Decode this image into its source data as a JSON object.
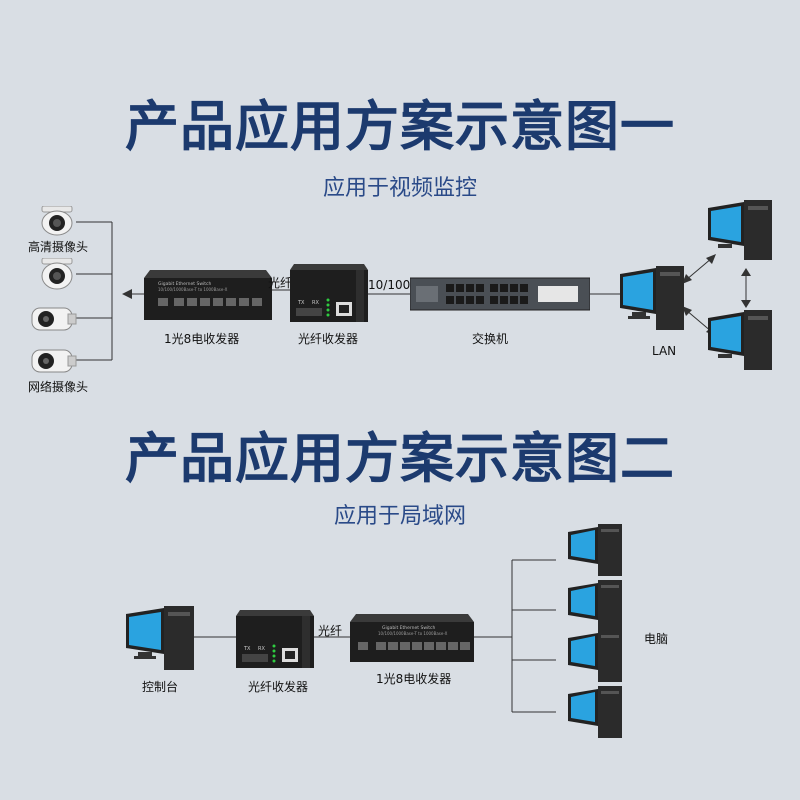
{
  "scheme1": {
    "title": "产品应用方案示意图一",
    "subtitle": "应用于视频监控",
    "labels": {
      "hd_camera": "高清摄像头",
      "net_camera": "网络摄像头",
      "fiber": "光纤",
      "speed": "10/100M",
      "switch_1x8": "1光8电收发器",
      "fiber_transceiver": "光纤收发器",
      "switch": "交换机",
      "lan": "LAN"
    },
    "device_text": {
      "switch_top": "Gigabit Ethernet Switch",
      "switch_sub": "10/100/1000Base-T to 1000Base-X",
      "tx": "TX",
      "rx": "RX"
    }
  },
  "scheme2": {
    "title": "产品应用方案示意图二",
    "subtitle": "应用于局域网",
    "labels": {
      "console": "控制台",
      "fiber_transceiver": "光纤收发器",
      "fiber": "光纤",
      "switch_1x8": "1光8电收发器",
      "computer": "电脑"
    },
    "device_text": {
      "switch_top": "Gigabit Ethernet Switch",
      "switch_sub": "10/100/1000Base-T to 1000Base-X",
      "tx": "TX",
      "rx": "RX"
    }
  },
  "colors": {
    "title": "#1c3a6e",
    "subtitle": "#2a4a88",
    "background": "#d9dee4",
    "monitor": "#2aa3e0"
  }
}
